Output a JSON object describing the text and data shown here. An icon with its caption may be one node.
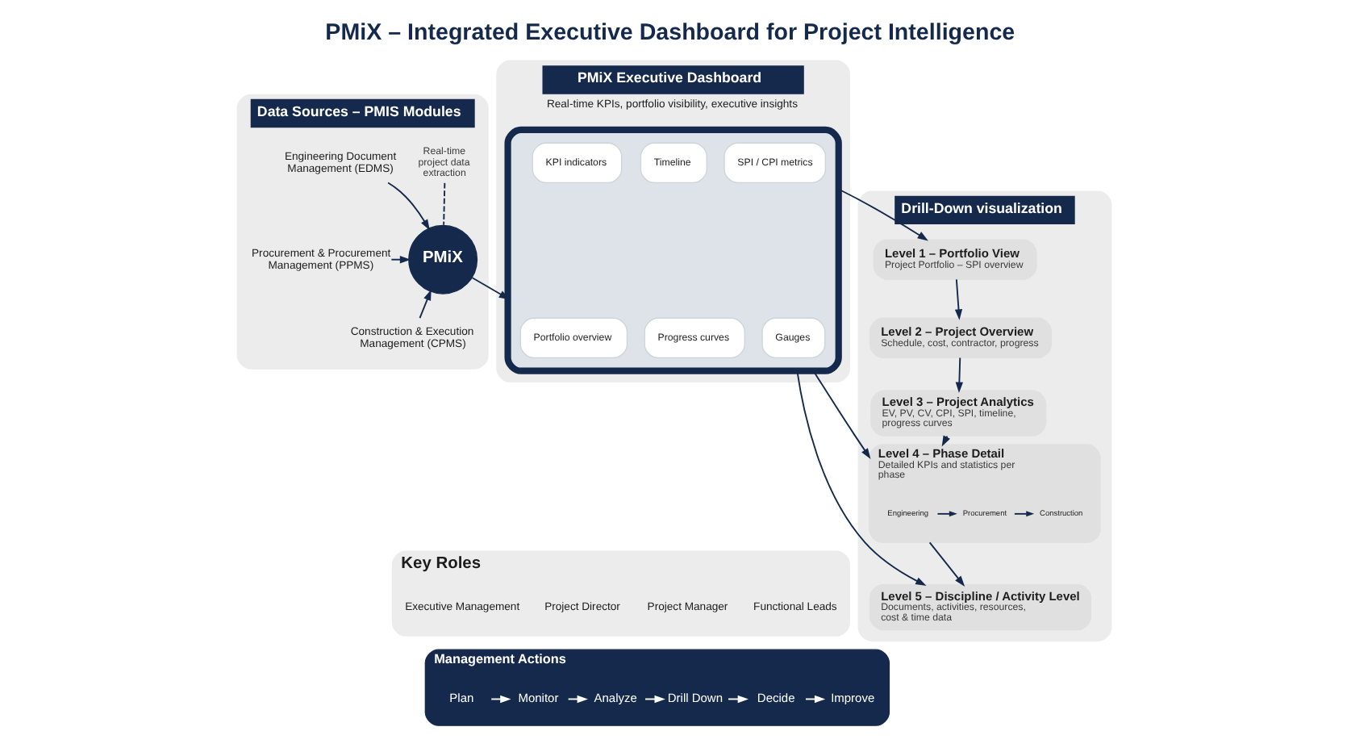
{
  "diagram": {
    "title": "PMiX – Integrated Executive Dashboard for Project Intelligence",
    "nodes": [
      {
        "text": [
          "Data Sources – PMIS Modules"
        ]
      },
      {
        "text": [
          "Engineering Document Management (EDMS)"
        ],
        "in": 0
      },
      {
        "text": [
          "Real-time project data extraction"
        ],
        "in": 0
      },
      {
        "text": [
          "Procurement & Procurement Management (PPMS)"
        ],
        "in": 0
      },
      {
        "text": [
          "PMiX"
        ],
        "in": 0
      },
      {
        "text": [
          "Construction & Execution Management (CPMS)"
        ],
        "in": 0
      },
      {
        "text": [
          "PMiX Executive Dashboard",
          "Real-time KPIs, portfolio visibility, executive insights"
        ]
      },
      {
        "text": [],
        "shape": "monitor",
        "in": 6
      },
      {
        "text": [
          "KPI indicators"
        ],
        "in": 7
      },
      {
        "text": [
          "Timeline"
        ],
        "in": 7
      },
      {
        "text": [
          "SPI / CPI metrics"
        ],
        "in": 7
      },
      {
        "text": [
          "Portfolio overview"
        ],
        "in": 7
      },
      {
        "text": [
          "Progress curves"
        ],
        "in": 7
      },
      {
        "text": [
          "Gauges"
        ],
        "in": 7
      },
      {
        "text": [
          "Drill-Down visualization"
        ]
      },
      {
        "text": [
          "Level 1 – Portfolio View",
          "Project Portfolio – SPI overview"
        ],
        "in": 14
      },
      {
        "text": [
          "Level 2 – Project Overview",
          "Schedule, cost, contractor, progress"
        ],
        "in": 14
      },
      {
        "text": [
          "Level 3 – Project Analytics",
          "EV, PV, CV, CPI, SPI, timeline, progress curves"
        ],
        "in": 14
      },
      {
        "text": [
          "Level 4 – Phase Detail",
          "Detailed KPIs and statistics per phase"
        ],
        "in": 14
      },
      {
        "text": [
          "Engineering"
        ],
        "in": 18
      },
      {
        "text": [
          "Procurement"
        ],
        "in": 18
      },
      {
        "text": [
          "Construction"
        ],
        "in": 18
      },
      {
        "text": [
          "Level 5 – Discipline / Activity Level",
          "Documents, activities, resources, cost & time data"
        ],
        "in": 14
      },
      {
        "text": [
          "Key Roles"
        ]
      },
      {
        "text": [
          "Executive Management"
        ],
        "in": 23
      },
      {
        "text": [
          "Project Director"
        ],
        "in": 23
      },
      {
        "text": [
          "Project Manager"
        ],
        "in": 23
      },
      {
        "text": [
          "Functional Leads"
        ],
        "in": 23
      },
      {
        "text": [
          "Management Actions"
        ]
      },
      {
        "text": [
          "Plan"
        ],
        "in": 28
      },
      {
        "text": [
          "Monitor"
        ],
        "in": 28
      },
      {
        "text": [
          "Analyze"
        ],
        "in": 28
      },
      {
        "text": [
          "Drill Down"
        ],
        "in": 28
      },
      {
        "text": [
          "Decide"
        ],
        "in": 28
      },
      {
        "text": [
          "Improve"
        ],
        "in": 28
      }
    ],
    "edges": [
      {
        "from": 1,
        "to": 4,
        "arrow": "to"
      },
      {
        "from": 3,
        "to": 4,
        "arrow": "to"
      },
      {
        "from": 5,
        "to": 4,
        "arrow": "to"
      },
      {
        "from": 2,
        "to": 4,
        "arrow": "none",
        "style": "dashed"
      },
      {
        "from": 4,
        "to": 7,
        "arrow": "to"
      },
      {
        "from": 7,
        "to": 15,
        "arrow": "to"
      },
      {
        "from": 7,
        "to": 18,
        "arrow": "to"
      },
      {
        "from": 7,
        "to": 22,
        "arrow": "to"
      },
      {
        "from": 15,
        "to": 16,
        "arrow": "to"
      },
      {
        "from": 16,
        "to": 17,
        "arrow": "to"
      },
      {
        "from": 17,
        "to": 18,
        "arrow": "to"
      },
      {
        "from": 18,
        "to": 22,
        "arrow": "to"
      },
      {
        "from": 19,
        "to": 20,
        "arrow": "to"
      },
      {
        "from": 20,
        "to": 21,
        "arrow": "to"
      },
      {
        "from": 29,
        "to": 30,
        "arrow": "to",
        "color": "#ffffff"
      },
      {
        "from": 30,
        "to": 31,
        "arrow": "to",
        "color": "#ffffff"
      },
      {
        "from": 31,
        "to": 32,
        "arrow": "to",
        "color": "#ffffff"
      },
      {
        "from": 32,
        "to": 33,
        "arrow": "to",
        "color": "#ffffff"
      },
      {
        "from": 33,
        "to": 34,
        "arrow": "to",
        "color": "#ffffff"
      }
    ]
  }
}
